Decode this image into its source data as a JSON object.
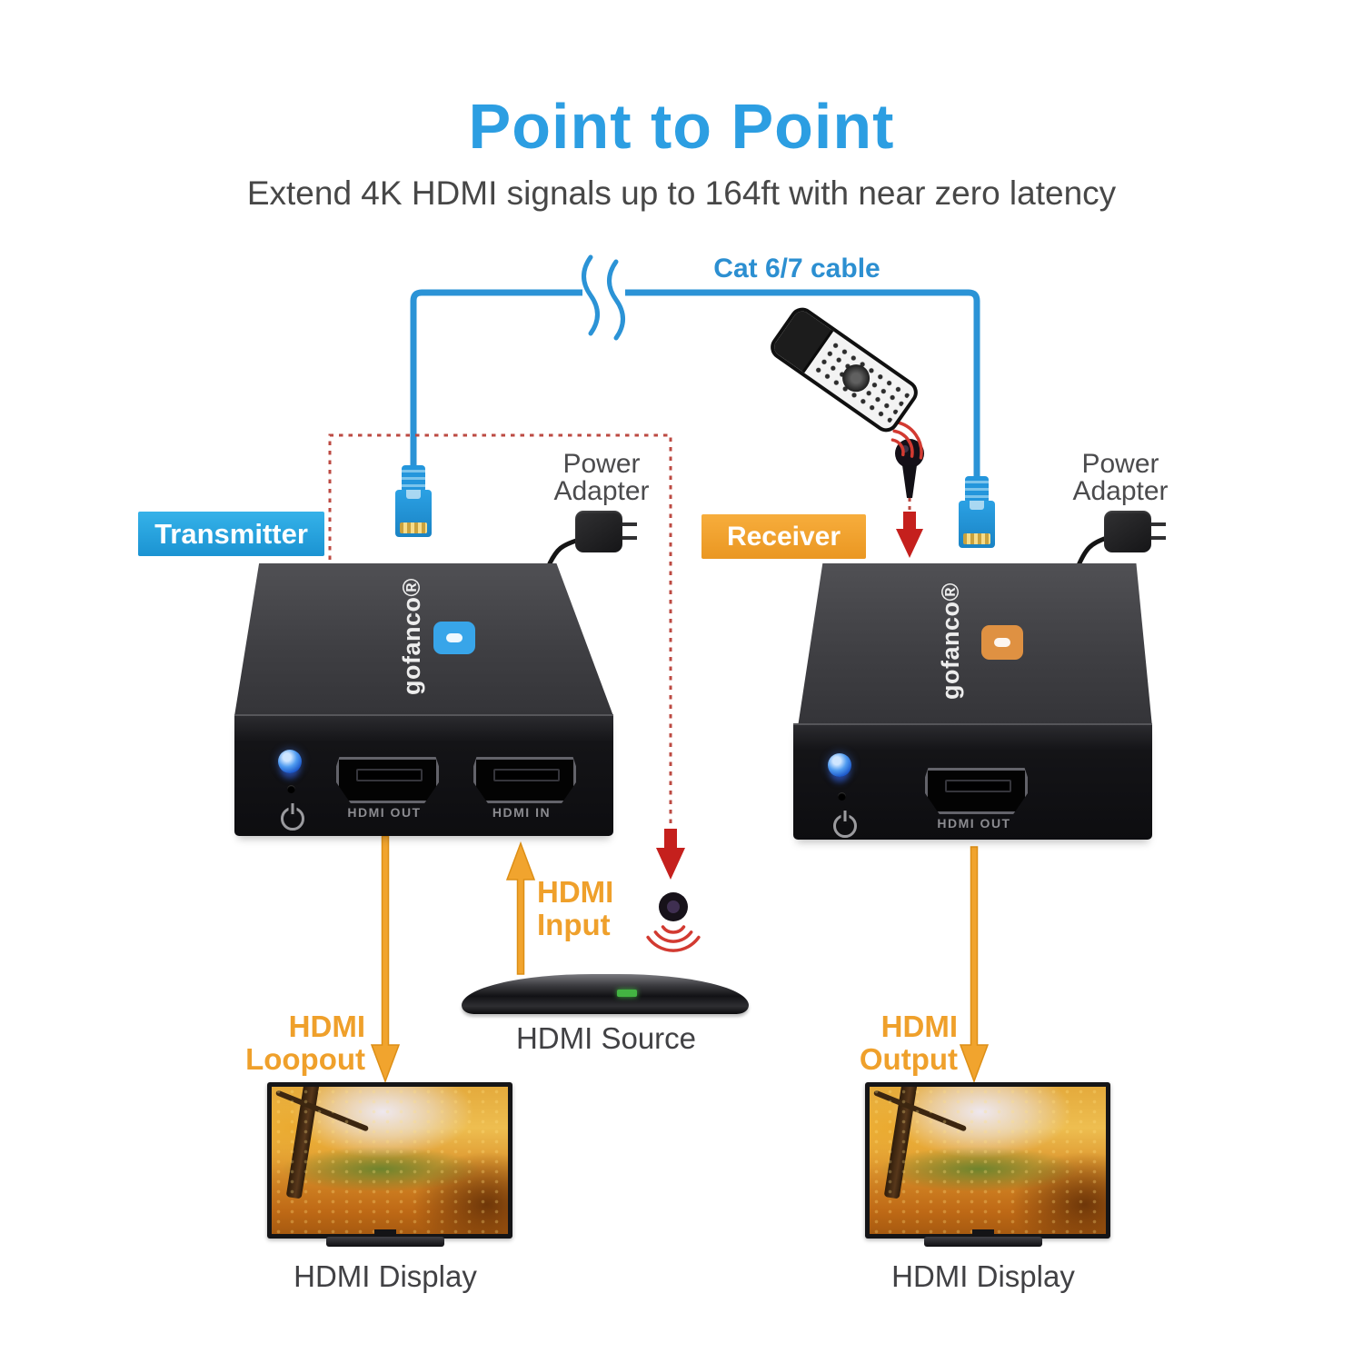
{
  "header": {
    "title": "Point to Point",
    "subtitle": "Extend 4K HDMI signals up to 164ft with near zero latency"
  },
  "cable": {
    "label": "Cat 6/7 cable"
  },
  "labels": {
    "transmitter": "Transmitter",
    "receiver": "Receiver",
    "power_adapter": {
      "line1": "Power",
      "line2": "Adapter"
    },
    "hdmi_input": {
      "line1": "HDMI",
      "line2": "Input"
    },
    "hdmi_loopout": {
      "line1": "HDMI",
      "line2": "Loopout"
    },
    "hdmi_output": {
      "line1": "HDMI",
      "line2": "Output"
    },
    "hdmi_source": "HDMI Source",
    "hdmi_display": "HDMI Display"
  },
  "devices": {
    "transmitter": {
      "brand": "gofanco®",
      "ports": [
        {
          "label": "HDMI OUT"
        },
        {
          "label": "HDMI IN"
        }
      ]
    },
    "receiver": {
      "brand": "gofanco®",
      "ports": [
        {
          "label": "HDMI OUT"
        }
      ]
    }
  },
  "colors": {
    "title_blue": "#2c9ee2",
    "cable_blue": "#2b93d6",
    "tag_blue": "#29a7e0",
    "tag_orange": "#f0a12f",
    "annotation_orange": "#efa02b",
    "ir_red": "#c5201d",
    "dashed_red": "#bc4a42"
  }
}
